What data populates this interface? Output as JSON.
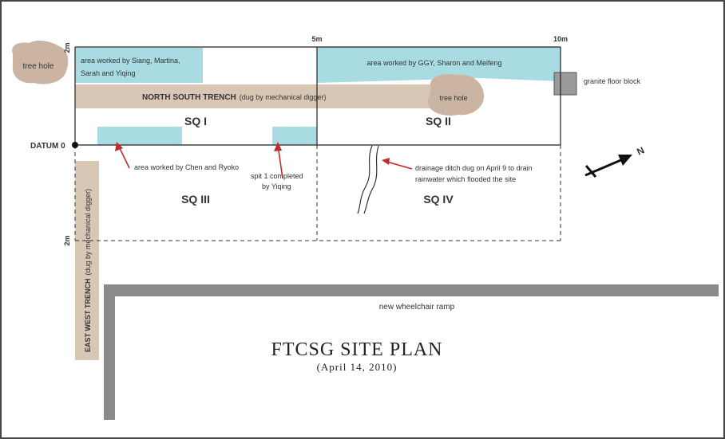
{
  "plan": {
    "title": "FTCSG SITE PLAN",
    "subtitle": "(April 14, 2010)",
    "colors": {
      "worked_area": "#a8dce2",
      "trench": "#d9c7b6",
      "tree_hole": "#cbb5a2",
      "ramp": "#8a8a8a",
      "arrow": "#c62b2b",
      "block": "#9a9a9a"
    },
    "scale_labels": {
      "top_left": "2m",
      "top_mid": "5m",
      "top_right": "10m",
      "side": "2m"
    },
    "datum": "DATUM 0",
    "squares": [
      "SQ I",
      "SQ II",
      "SQ III",
      "SQ IV"
    ],
    "tree_holes": [
      "tree hole",
      "tree hole"
    ],
    "areas": {
      "siang": [
        "area worked by Siang, Martina,",
        "Sarah and Yiqing"
      ],
      "ggy": "area worked by GGY, Sharon and Meifeng",
      "chen": "area worked by Chen and Ryoko",
      "yiqing": [
        "spit 1 completed",
        "by Yiqing"
      ]
    },
    "trenches": {
      "north_south": "NORTH SOUTH TRENCH",
      "north_south_note": "(dug by mechanical digger)",
      "east_west": "EAST WEST TRENCH",
      "east_west_note": "(dug by mechanical digger)"
    },
    "granite_block": "granite floor block",
    "drainage": [
      "drainage ditch dug on April 9 to drain",
      "rainwater which flooded the site"
    ],
    "ramp": "new wheelchair ramp",
    "north_label": "N"
  }
}
